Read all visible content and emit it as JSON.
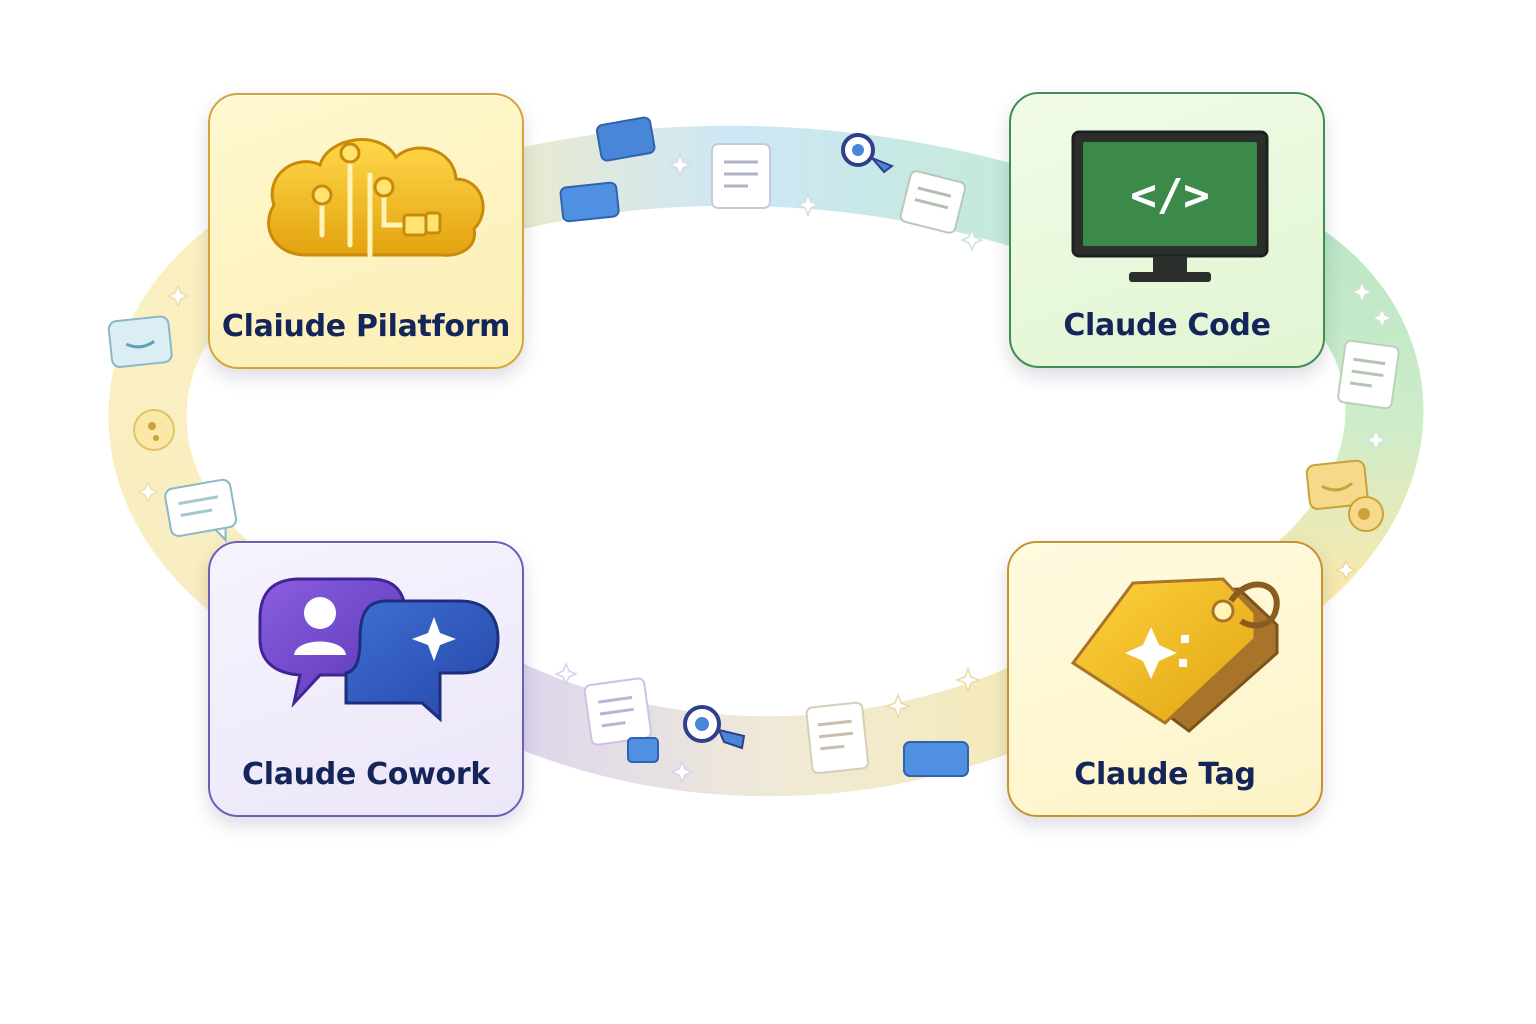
{
  "cards": {
    "platform": {
      "label": "Claiude Pilatform",
      "icon": "cloud-circuit-icon"
    },
    "code": {
      "label": "Claude Code",
      "icon": "monitor-code-icon",
      "code_glyph": "</>"
    },
    "cowork": {
      "label": "Claude Cowork",
      "icon": "chat-bubbles-icon"
    },
    "tag": {
      "label": "Claude Tag",
      "icon": "price-tag-icon"
    }
  },
  "loop": {
    "colors": {
      "top": [
        "#f7e39b",
        "#a9d8f0",
        "#9fe0b4"
      ],
      "right": [
        "#9fe0b4",
        "#f5df7e"
      ],
      "bottom": [
        "#b8aef0",
        "#f7e39b"
      ],
      "left": [
        "#f7e39b",
        "#f9eeb6"
      ]
    }
  }
}
